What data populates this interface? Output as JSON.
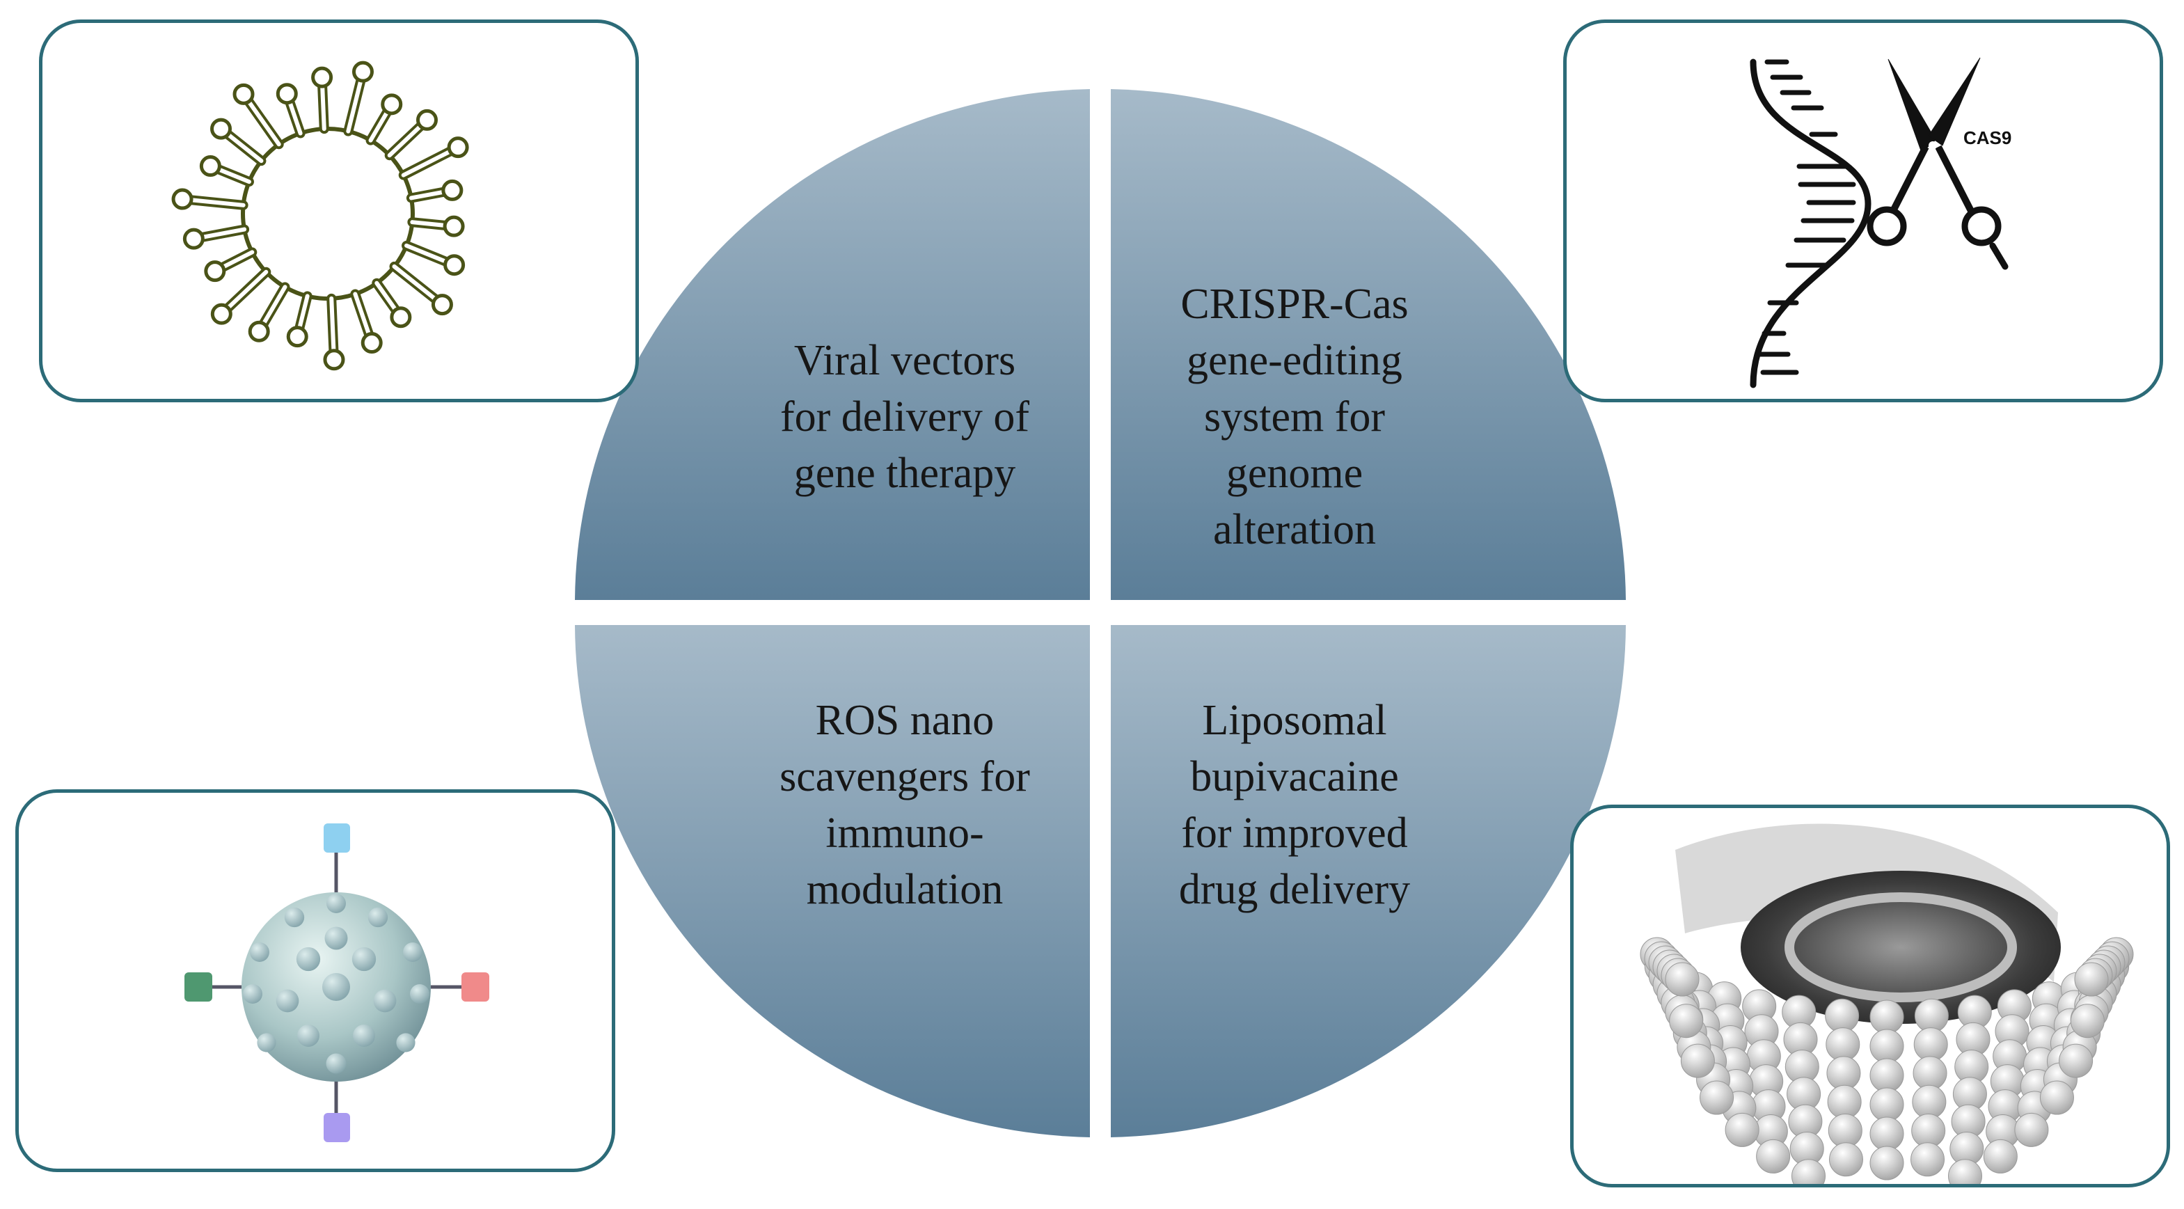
{
  "quadrants": {
    "top_left": {
      "lines": [
        "Viral vectors",
        "for delivery of",
        "gene therapy"
      ]
    },
    "top_right": {
      "lines": [
        "CRISPR-Cas",
        "gene-editing",
        "system for",
        "genome",
        "alteration"
      ]
    },
    "bottom_left": {
      "lines": [
        "ROS nano",
        "scavengers for",
        "immuno-",
        "modulation"
      ]
    },
    "bottom_right": {
      "lines": [
        "Liposomal",
        "bupivacaine",
        "for improved",
        "drug delivery"
      ]
    }
  },
  "panels": {
    "top_left": {
      "icon": "virus-icon"
    },
    "top_right": {
      "icon": "dna-scissors-icon",
      "label": "CAS9"
    },
    "bottom_left": {
      "icon": "nanoparticle-icon"
    },
    "bottom_right": {
      "icon": "liposome-icon"
    }
  },
  "colors": {
    "quadrant_fill_light": "#9fb4c4",
    "quadrant_fill_dark": "#5c7f99",
    "panel_border": "#2c6b78",
    "text": "#161616",
    "virus_stroke": "#4a5317"
  }
}
